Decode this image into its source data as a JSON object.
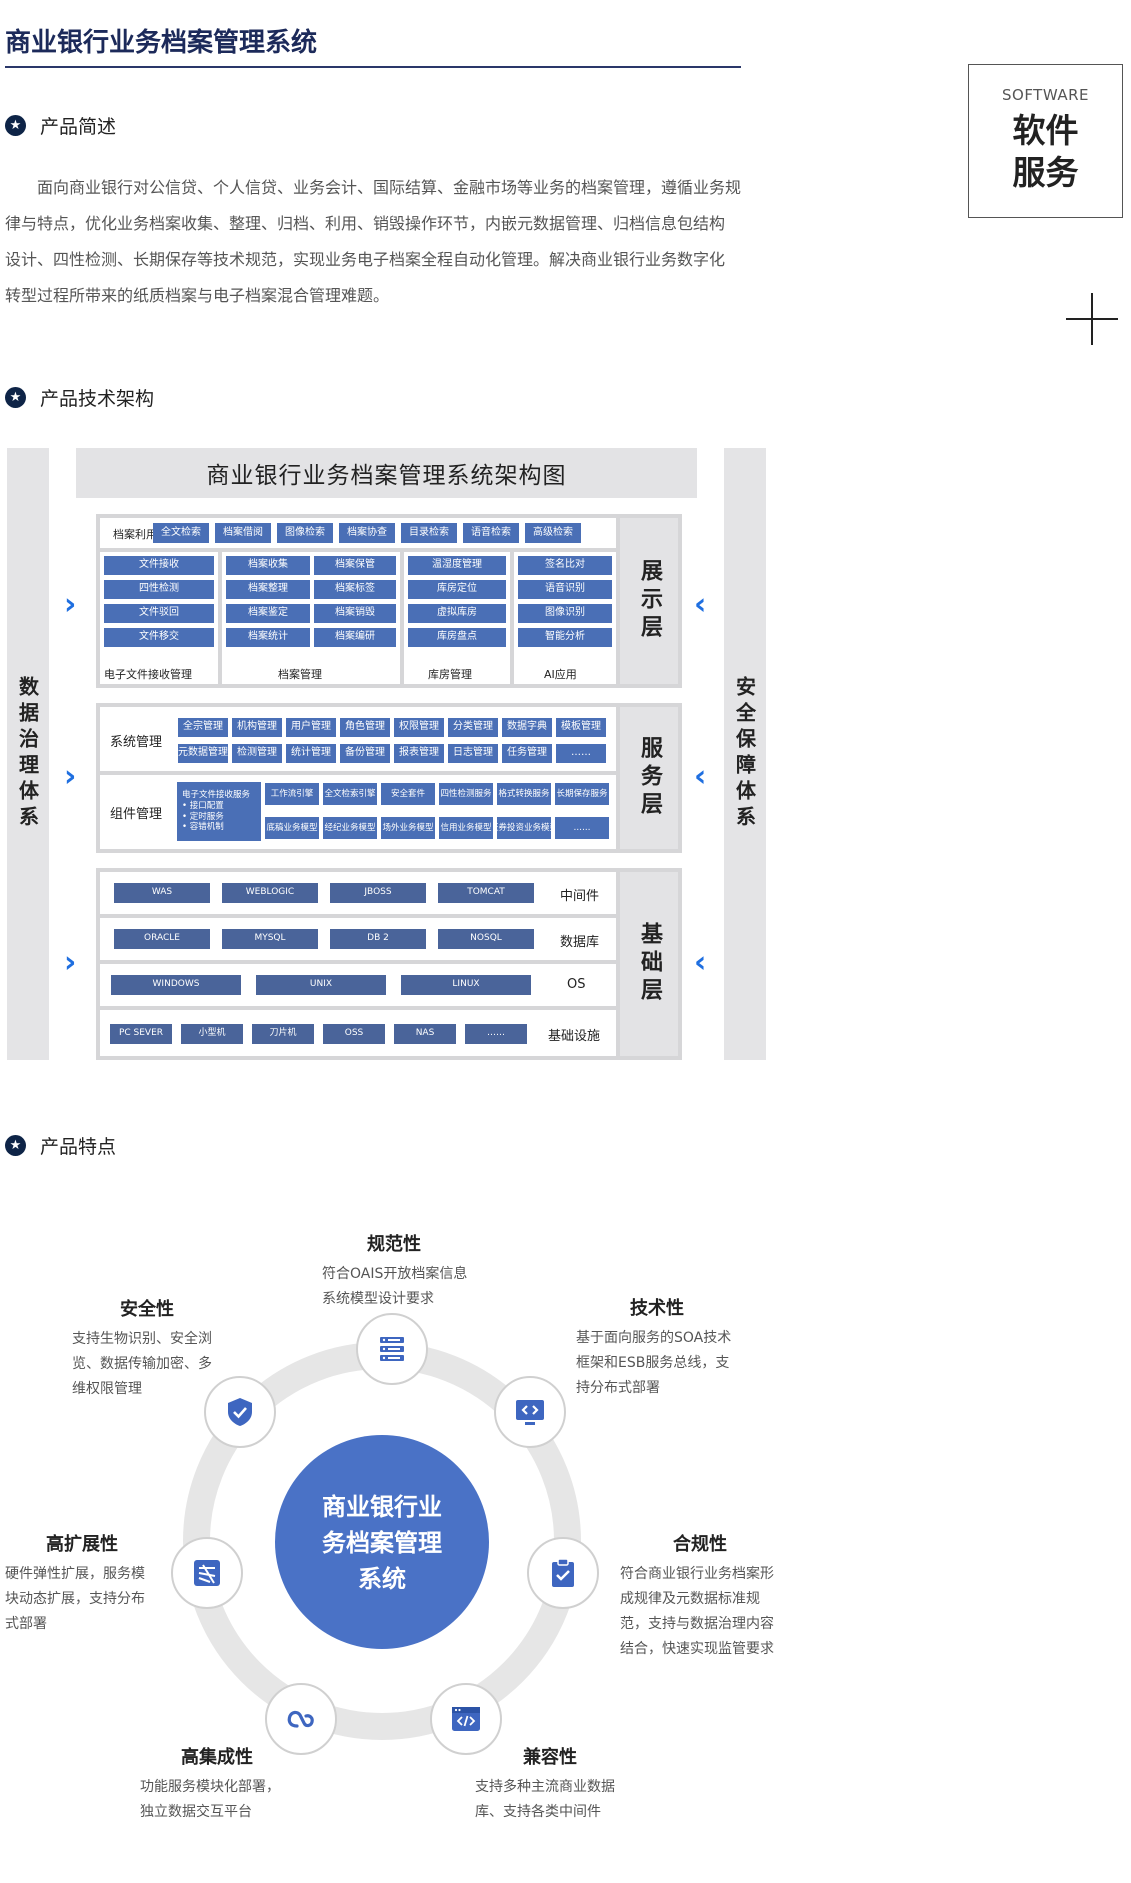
{
  "page": {
    "title": "商业银行业务档案管理系统"
  },
  "brand": {
    "en": "SOFTWARE",
    "cn": "软件\n服务"
  },
  "sections": {
    "intro": "产品简述",
    "arch": "产品技术架构",
    "features": "产品特点"
  },
  "intro_text": "面向商业银行对公信贷、个人信贷、业务会计、国际结算、金融市场等业务的档案管理，遵循业务规\n律与特点，优化业务档案收集、整理、归档、利用、销毁操作环节，内嵌元数据管理、归档信息包结构\n设计、四性检测、长期保存等技术规范，实现业务电子档案全程自动化管理。解决商业银行业务数字化\n转型过程所带来的纸质档案与电子档案混合管理难题。",
  "arch": {
    "title": "商业银行业务档案管理系统架构图",
    "left_side": "数据治理体系",
    "right_side": "安全保障体系",
    "display": {
      "layer": "展示层",
      "util_label": "档案利用",
      "util_buttons": [
        "全文检索",
        "档案借阅",
        "图像检索",
        "档案协查",
        "目录检索",
        "语音检索",
        "高级检索"
      ],
      "col1": {
        "label": "电子文件接收管理",
        "items": [
          "文件接收",
          "四性检测",
          "文件驳回",
          "文件移交"
        ]
      },
      "col2": {
        "label": "档案管理",
        "items_a": [
          "档案收集",
          "档案整理",
          "档案鉴定",
          "档案统计"
        ],
        "items_b": [
          "档案保管",
          "档案标签",
          "档案销毁",
          "档案编研"
        ]
      },
      "col3": {
        "label": "库房管理",
        "items": [
          "温湿度管理",
          "库房定位",
          "虚拟库房",
          "库房盘点"
        ]
      },
      "col4": {
        "label": "AI应用",
        "items": [
          "签名比对",
          "语音识别",
          "图像识别",
          "智能分析"
        ]
      }
    },
    "service": {
      "layer": "服务层",
      "sys_label": "系统管理",
      "sys_row1": [
        "全宗管理",
        "机构管理",
        "用户管理",
        "角色管理",
        "权限管理",
        "分类管理",
        "数据字典",
        "模板管理"
      ],
      "sys_row2": [
        "元数据管理",
        "检测管理",
        "统计管理",
        "备份管理",
        "报表管理",
        "日志管理",
        "任务管理",
        "……"
      ],
      "comp_label": "组件管理",
      "comp_big": [
        "电子文件接收服务",
        "• 接口配置",
        "• 定时服务",
        "• 容错机制"
      ],
      "comp_row1": [
        "工作流引擎",
        "全文检索引擎",
        "安全套件",
        "四性检测服务",
        "格式转换服务",
        "长期保存服务"
      ],
      "comp_row2": [
        "底稿业务模型",
        "经纪业务模型",
        "场外业务模型",
        "信用业务模型",
        "证券投资业务模型",
        "……"
      ]
    },
    "base": {
      "layer": "基础层",
      "middleware": {
        "label": "中间件",
        "items": [
          "WAS",
          "WEBLOGIC",
          "JBOSS",
          "TOMCAT"
        ]
      },
      "database": {
        "label": "数据库",
        "items": [
          "ORACLE",
          "MYSQL",
          "DB 2",
          "NOSQL"
        ]
      },
      "os": {
        "label": "OS",
        "items": [
          "WINDOWS",
          "UNIX",
          "LINUX"
        ]
      },
      "infra": {
        "label": "基础设施",
        "items": [
          "PC SEVER",
          "小型机",
          "刀片机",
          "OSS",
          "NAS",
          "……"
        ]
      }
    }
  },
  "features": {
    "center": "商业银行业\n务档案管理\n系统",
    "items": [
      {
        "title": "规范性",
        "desc": "符合OAIS开放档案信息\n系统模型设计要求",
        "icon": "server-icon"
      },
      {
        "title": "安全性",
        "desc": "支持生物识别、安全浏\n览、数据传输加密、多\n维权限管理",
        "icon": "shield-check-icon"
      },
      {
        "title": "技术性",
        "desc": "基于面向服务的SOA技术\n框架和ESB服务总线，支\n持分布式部署",
        "icon": "code-monitor-icon"
      },
      {
        "title": "高扩展性",
        "desc": "硬件弹性扩展，服务模\n块动态扩展，支持分布\n式部署",
        "icon": "layers-icon"
      },
      {
        "title": "合规性",
        "desc": "符合商业银行业务档案形\n成规律及元数据标准规\n范，支持与数据治理内容\n结合，快速实现监管要求",
        "icon": "clipboard-check-icon"
      },
      {
        "title": "高集成性",
        "desc": "功能服务模块化部署，\n独立数据交互平台",
        "icon": "link-icon"
      },
      {
        "title": "兼容性",
        "desc": "支持多种主流商业数据\n库、支持各类中间件",
        "icon": "code-window-icon"
      }
    ]
  },
  "colors": {
    "accent": "#4a72c6",
    "navy": "#0e2447",
    "button": "#4a6fb6",
    "arrow": "#1f6fe0"
  }
}
